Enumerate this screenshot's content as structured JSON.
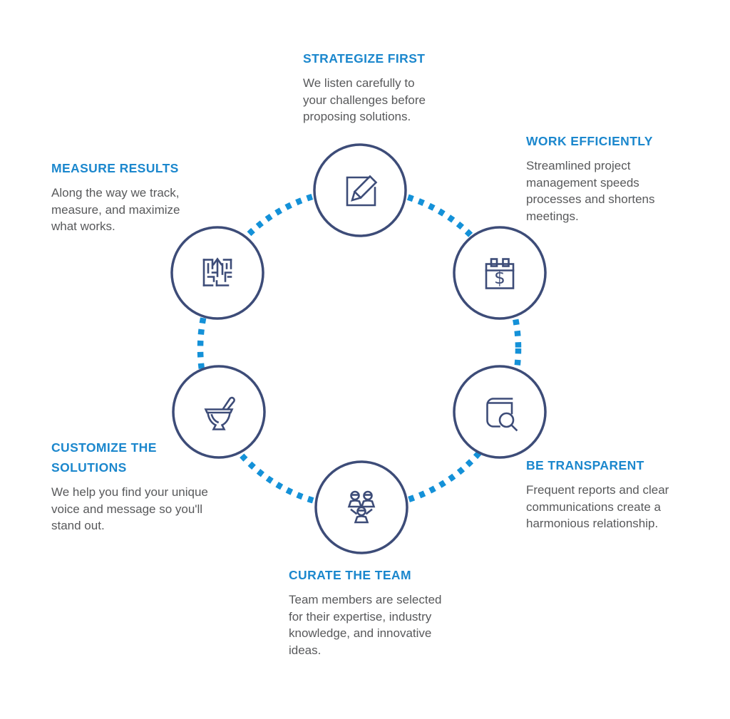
{
  "palette": {
    "heading_blue": "#1b87cd",
    "dot_blue": "#1491d8",
    "navy": "#3d4c78",
    "body_text": "#58595b",
    "bg": "#ffffff"
  },
  "diagram": {
    "name": "six-step-circular-process",
    "connector_style": "blue dotted circular arcs",
    "steps": [
      {
        "id": "strategize-first",
        "position": "top",
        "title": "STRATEGIZE FIRST",
        "description": "We listen carefully to\nyour challenges before\nproposing solutions.",
        "icon": "edit-pencil-icon"
      },
      {
        "id": "work-efficiently",
        "position": "top-right",
        "title": "WORK EFFICIENTLY",
        "description": "Streamlined project\nmanagement speeds\nprocesses and shortens\nmeetings.",
        "icon": "calendar-dollar-icon",
        "calendar_symbol": "$"
      },
      {
        "id": "be-transparent",
        "position": "bottom-right",
        "title": "BE TRANSPARENT",
        "description": "Frequent reports and clear\ncommunications create a\nharmonious relationship.",
        "icon": "book-search-icon"
      },
      {
        "id": "curate-the-team",
        "position": "bottom",
        "title": "CURATE THE TEAM",
        "description": "Team members are selected\nfor their expertise, industry\nknowledge, and innovative\nideas.",
        "icon": "team-people-icon"
      },
      {
        "id": "customize-the-solutions",
        "position": "bottom-left",
        "title": "CUSTOMIZE THE\nSOLUTIONS",
        "description": "We help you find your unique\nvoice and message so you'll\nstand out.",
        "icon": "mortar-pestle-icon"
      },
      {
        "id": "measure-results",
        "position": "top-left",
        "title": "MEASURE RESULTS",
        "description": "Along the way we track,\nmeasure, and maximize\nwhat works.",
        "icon": "maze-arrow-icon"
      }
    ]
  }
}
